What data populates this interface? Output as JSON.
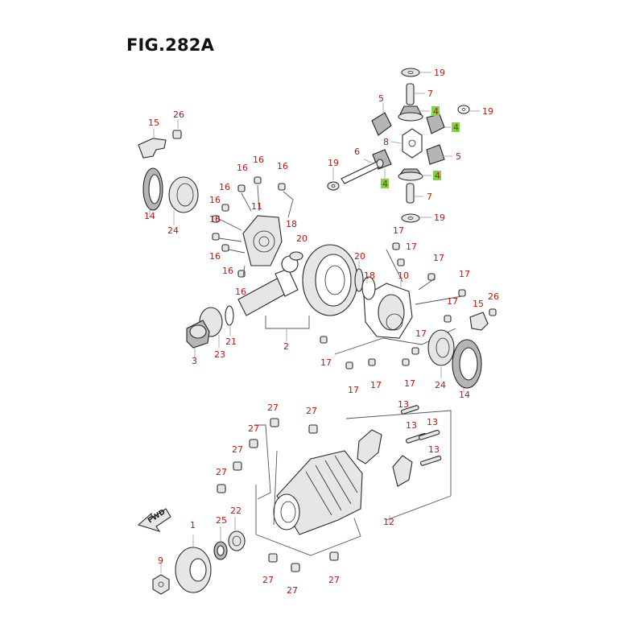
{
  "figure": {
    "title": "FIG.282A"
  },
  "fwd_label": "FWD",
  "highlight_color": "#7fd34a",
  "label_color": "#b01a10",
  "callouts": [
    {
      "id": "c-19a",
      "text": "19"
    },
    {
      "id": "c-7a",
      "text": "7"
    },
    {
      "id": "c-5a",
      "text": "5"
    },
    {
      "id": "c-4a",
      "text": "4"
    },
    {
      "id": "c-19b",
      "text": "19"
    },
    {
      "id": "c-4b",
      "text": "4"
    },
    {
      "id": "c-8",
      "text": "8"
    },
    {
      "id": "c-5b",
      "text": "5"
    },
    {
      "id": "c-6",
      "text": "6"
    },
    {
      "id": "c-19c",
      "text": "19"
    },
    {
      "id": "c-4c",
      "text": "4"
    },
    {
      "id": "c-4d",
      "text": "4"
    },
    {
      "id": "c-7b",
      "text": "7"
    },
    {
      "id": "c-19d",
      "text": "19"
    },
    {
      "id": "c-26a",
      "text": "26"
    },
    {
      "id": "c-15a",
      "text": "15"
    },
    {
      "id": "c-14a",
      "text": "14"
    },
    {
      "id": "c-24a",
      "text": "24"
    },
    {
      "id": "c-16a",
      "text": "16"
    },
    {
      "id": "c-16b",
      "text": "16"
    },
    {
      "id": "c-16c",
      "text": "16"
    },
    {
      "id": "c-16d",
      "text": "16"
    },
    {
      "id": "c-16e",
      "text": "16"
    },
    {
      "id": "c-11",
      "text": "11"
    },
    {
      "id": "c-16f",
      "text": "16"
    },
    {
      "id": "c-16g",
      "text": "16"
    },
    {
      "id": "c-16h",
      "text": "16"
    },
    {
      "id": "c-16i",
      "text": "16"
    },
    {
      "id": "c-18a",
      "text": "18"
    },
    {
      "id": "c-20a",
      "text": "20"
    },
    {
      "id": "c-17a",
      "text": "17"
    },
    {
      "id": "c-17b",
      "text": "17"
    },
    {
      "id": "c-17c",
      "text": "17"
    },
    {
      "id": "c-20b",
      "text": "20"
    },
    {
      "id": "c-18b",
      "text": "18"
    },
    {
      "id": "c-10",
      "text": "10"
    },
    {
      "id": "c-17d",
      "text": "17"
    },
    {
      "id": "c-17e",
      "text": "17"
    },
    {
      "id": "c-15b",
      "text": "15"
    },
    {
      "id": "c-26b",
      "text": "26"
    },
    {
      "id": "c-17f",
      "text": "17"
    },
    {
      "id": "c-3",
      "text": "3"
    },
    {
      "id": "c-23",
      "text": "23"
    },
    {
      "id": "c-21",
      "text": "21"
    },
    {
      "id": "c-2",
      "text": "2"
    },
    {
      "id": "c-17g",
      "text": "17"
    },
    {
      "id": "c-17h",
      "text": "17"
    },
    {
      "id": "c-17i",
      "text": "17"
    },
    {
      "id": "c-17j",
      "text": "17"
    },
    {
      "id": "c-24b",
      "text": "24"
    },
    {
      "id": "c-14b",
      "text": "14"
    },
    {
      "id": "c-27a",
      "text": "27"
    },
    {
      "id": "c-27b",
      "text": "27"
    },
    {
      "id": "c-27c",
      "text": "27"
    },
    {
      "id": "c-27d",
      "text": "27"
    },
    {
      "id": "c-27e",
      "text": "27"
    },
    {
      "id": "c-13a",
      "text": "13"
    },
    {
      "id": "c-13b",
      "text": "13"
    },
    {
      "id": "c-13c",
      "text": "13"
    },
    {
      "id": "c-13d",
      "text": "13"
    },
    {
      "id": "c-12",
      "text": "12"
    },
    {
      "id": "c-22",
      "text": "22"
    },
    {
      "id": "c-1",
      "text": "1"
    },
    {
      "id": "c-25",
      "text": "25"
    },
    {
      "id": "c-9",
      "text": "9"
    },
    {
      "id": "c-27f",
      "text": "27"
    },
    {
      "id": "c-27g",
      "text": "27"
    },
    {
      "id": "c-27h",
      "text": "27"
    }
  ]
}
